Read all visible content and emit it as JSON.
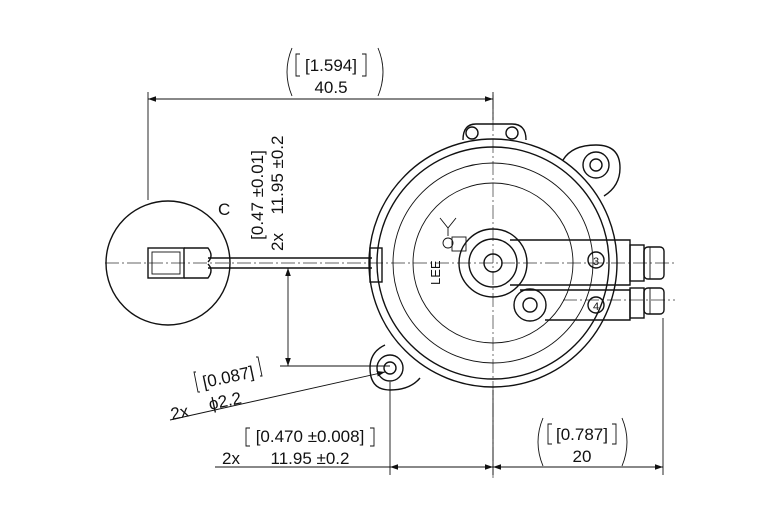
{
  "drawing": {
    "overall_width": {
      "inch": "[1.594]",
      "mm": "40.5"
    },
    "vertical_offset": {
      "inch": "[0.47 ±0.01]",
      "mm": "11.95 ±0.2",
      "count": "2x"
    },
    "detail_label": "C",
    "hole_diameter": {
      "inch": "[0.087]",
      "mm": "ϕ2.2",
      "count": "2x"
    },
    "horizontal_offset": {
      "inch": "[0.470 ±0.008]",
      "mm": "11.95 ±0.2",
      "count": "2x"
    },
    "port_distance": {
      "inch": "[0.787]",
      "mm": "20"
    },
    "port_numbers": [
      "3",
      "4"
    ],
    "logo_text": "LEE"
  }
}
